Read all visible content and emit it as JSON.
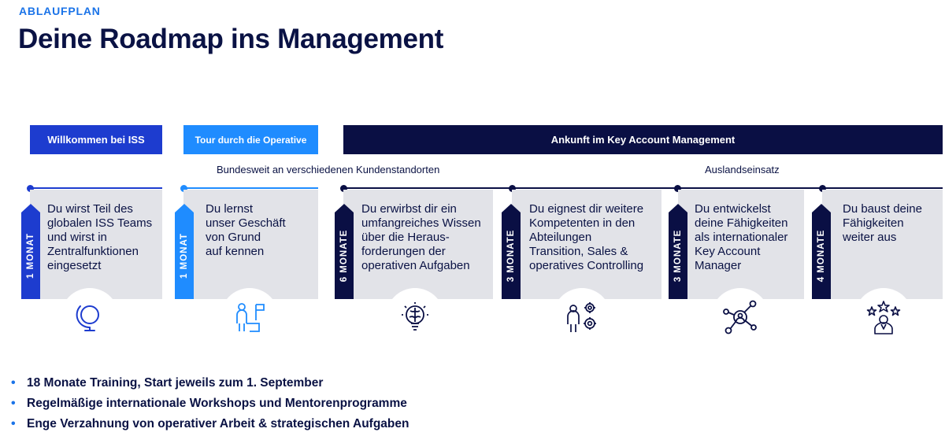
{
  "header": {
    "eyebrow": "ABLAUFPLAN",
    "title": "Deine Roadmap ins Management"
  },
  "phases": [
    {
      "label": "Willkommen bei ISS",
      "color": "#1d3ccf"
    },
    {
      "label": "Tour durch die Operative",
      "color": "#1f8cff"
    },
    {
      "label": "Ankunft im Key Account Management",
      "color": "#0a0f44"
    }
  ],
  "sublabels": {
    "domestic": "Bundesweit an verschiedenen Kundenstandorten",
    "abroad": "Auslandseinsatz"
  },
  "steps": [
    {
      "duration": "1 MONAT",
      "lines": [
        "Du wirst Teil des",
        "globalen ISS Teams",
        "und wirst in",
        "Zentralfunktionen",
        "eingesetzt"
      ],
      "icon": "globe-icon",
      "tag_color": "#1d3ccf"
    },
    {
      "duration": "1 MONAT",
      "lines": [
        "Du lernst",
        "unser Geschäft",
        "von Grund",
        "auf kennen"
      ],
      "icon": "person-flag-icon",
      "tag_color": "#1f8cff"
    },
    {
      "duration": "6 MONATE",
      "lines": [
        "Du erwirbst dir ein",
        "umfangreiches Wissen",
        "über die Heraus-",
        "forderungen der",
        "operativen Aufgaben"
      ],
      "icon": "brain-bulb-icon",
      "tag_color": "#0a0f44"
    },
    {
      "duration": "3 MONATE",
      "lines": [
        "Du eignest dir weitere",
        "Kompetenten in den",
        "Abteilungen",
        "Transition, Sales &",
        "operatives Controlling"
      ],
      "icon": "person-gears-icon",
      "tag_color": "#0a0f44"
    },
    {
      "duration": "3 MONATE",
      "lines": [
        "Du entwickelst",
        "deine Fähigkeiten",
        "als internationaler",
        "Key Account",
        "Manager"
      ],
      "icon": "network-person-icon",
      "tag_color": "#0a0f44"
    },
    {
      "duration": "4 MONATE",
      "lines": [
        "Du baust deine",
        "Fähigkeiten",
        "weiter aus"
      ],
      "icon": "person-stars-icon",
      "tag_color": "#0a0f44"
    }
  ],
  "bullets": [
    "18 Monate Training, Start jeweils zum 1. September",
    "Regelmäßige internationale Workshops und Mentorenprogramme",
    "Enge Verzahnung von operativer Arbeit & strategischen Aufgaben"
  ],
  "colors": {
    "accent": "#1a73e8",
    "navy": "#0a0f44",
    "card": "#e2e3e8"
  }
}
